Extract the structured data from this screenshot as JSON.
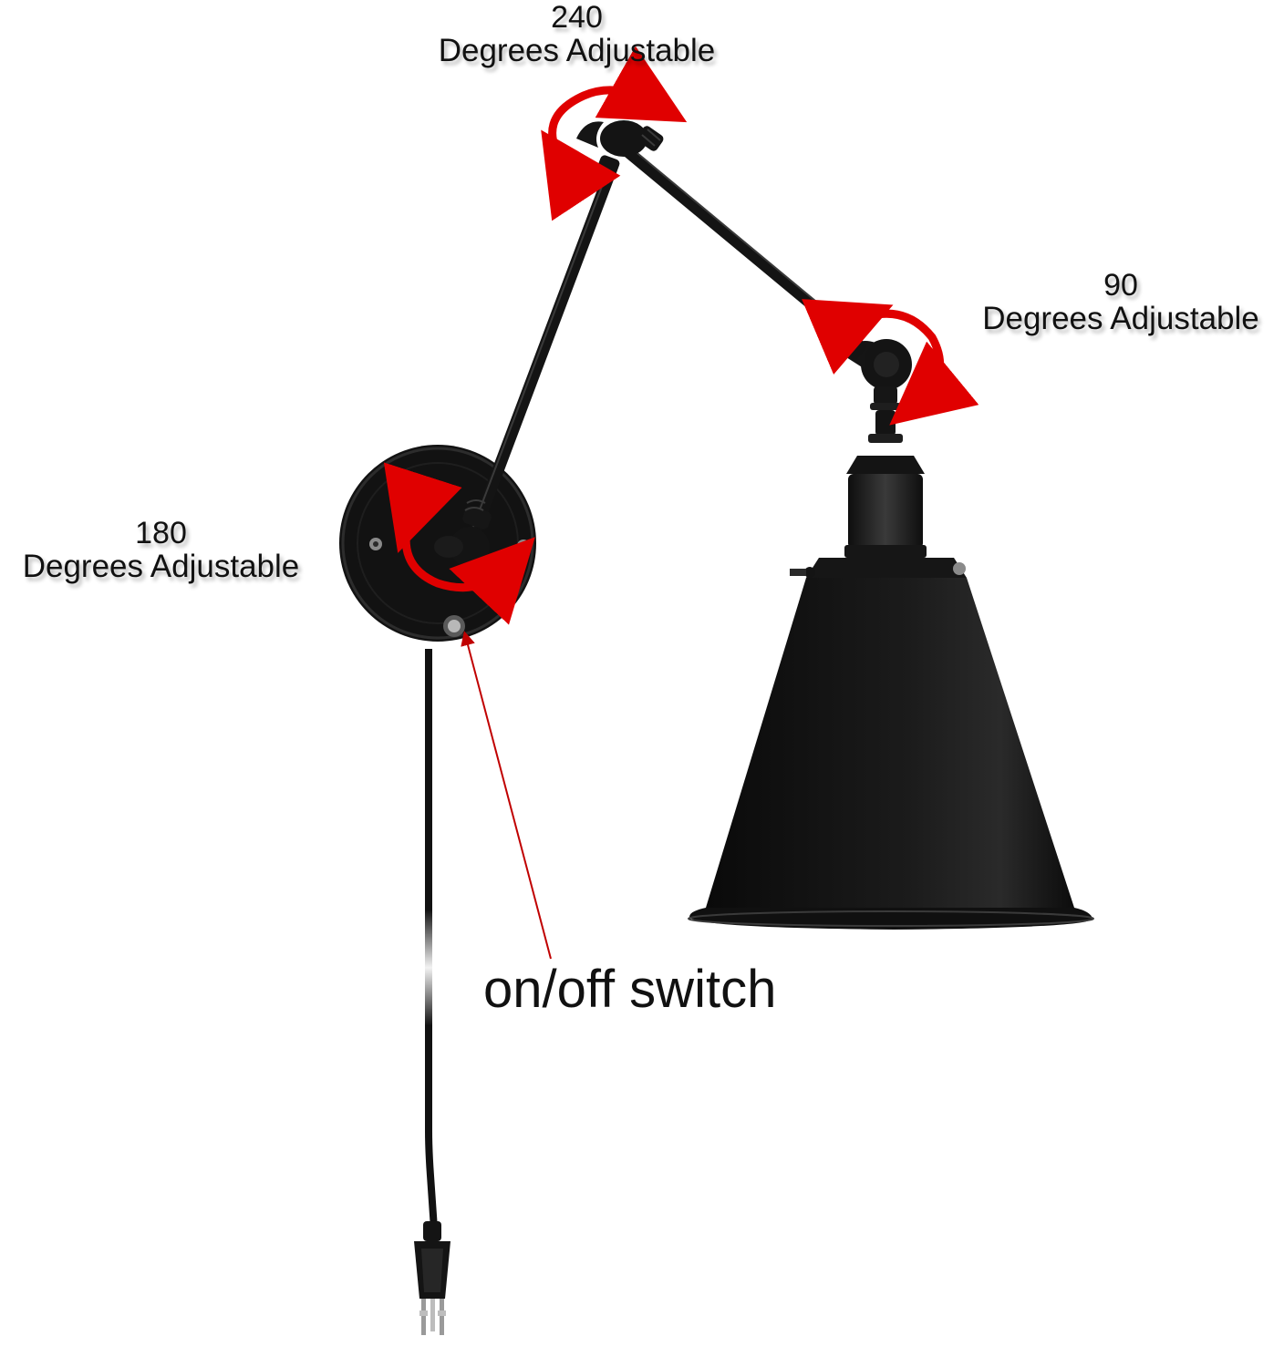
{
  "annotations": {
    "top_joint": {
      "value": "240",
      "text": "Degrees Adjustable"
    },
    "elbow_joint": {
      "value": "90",
      "text": "Degrees Adjustable"
    },
    "base_joint": {
      "value": "180",
      "text": "Degrees Adjustable"
    },
    "switch_label": "on/off switch"
  },
  "colors": {
    "fixture": "#141414",
    "arrow": "#e00000",
    "background": "#ffffff",
    "text": "#111111"
  },
  "icons": [
    "wall-lamp-illustration",
    "rotation-arrow-icon",
    "pointer-line",
    "plug-icon"
  ]
}
